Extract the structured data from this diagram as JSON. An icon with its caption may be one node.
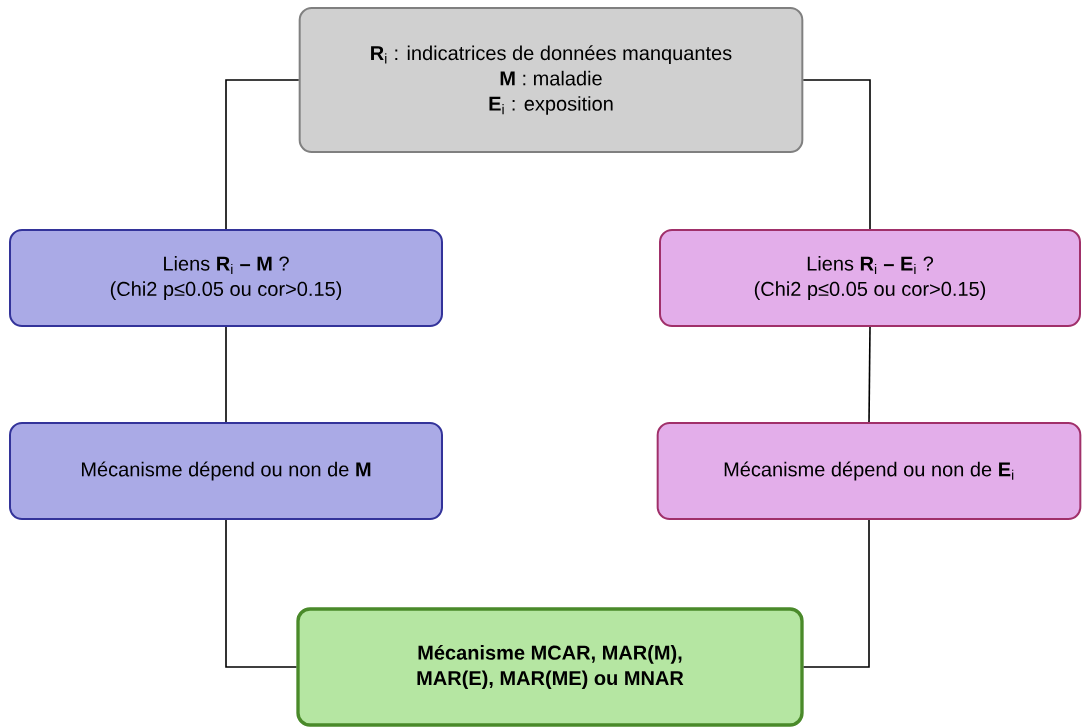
{
  "diagram": {
    "nodes": [
      {
        "text": [
          "**R**$_{i}$ : indicatrices de données manquantes",
          "**M** : maladie",
          "**E**$_{i}$ : exposition"
        ]
      },
      {
        "text": [
          "Liens **R**$_{i}$ **– M** ?",
          "(Chi2 p≤0.05 ou cor>0.15)"
        ]
      },
      {
        "text": [
          "Liens **R**$_{i}$ **– E**$_{i}$ ?",
          "(Chi2 p≤0.05 ou cor>0.15)"
        ]
      },
      {
        "text": [
          "Mécanisme dépend ou non de **M**"
        ]
      },
      {
        "text": [
          "Mécanisme dépend ou non de **E**$_{i}$"
        ]
      },
      {
        "text": [
          "Mécanisme MCAR, MAR(M), MAR(E), MAR(ME) ou MNAR"
        ]
      }
    ],
    "edges": [
      {
        "from": 0,
        "to": 1,
        "arrow": "none"
      },
      {
        "from": 0,
        "to": 2,
        "arrow": "none"
      },
      {
        "from": 1,
        "to": 3,
        "arrow": "none"
      },
      {
        "from": 2,
        "to": 4,
        "arrow": "none"
      },
      {
        "from": 3,
        "to": 5,
        "arrow": "none"
      },
      {
        "from": 4,
        "to": 5,
        "arrow": "none"
      }
    ]
  }
}
